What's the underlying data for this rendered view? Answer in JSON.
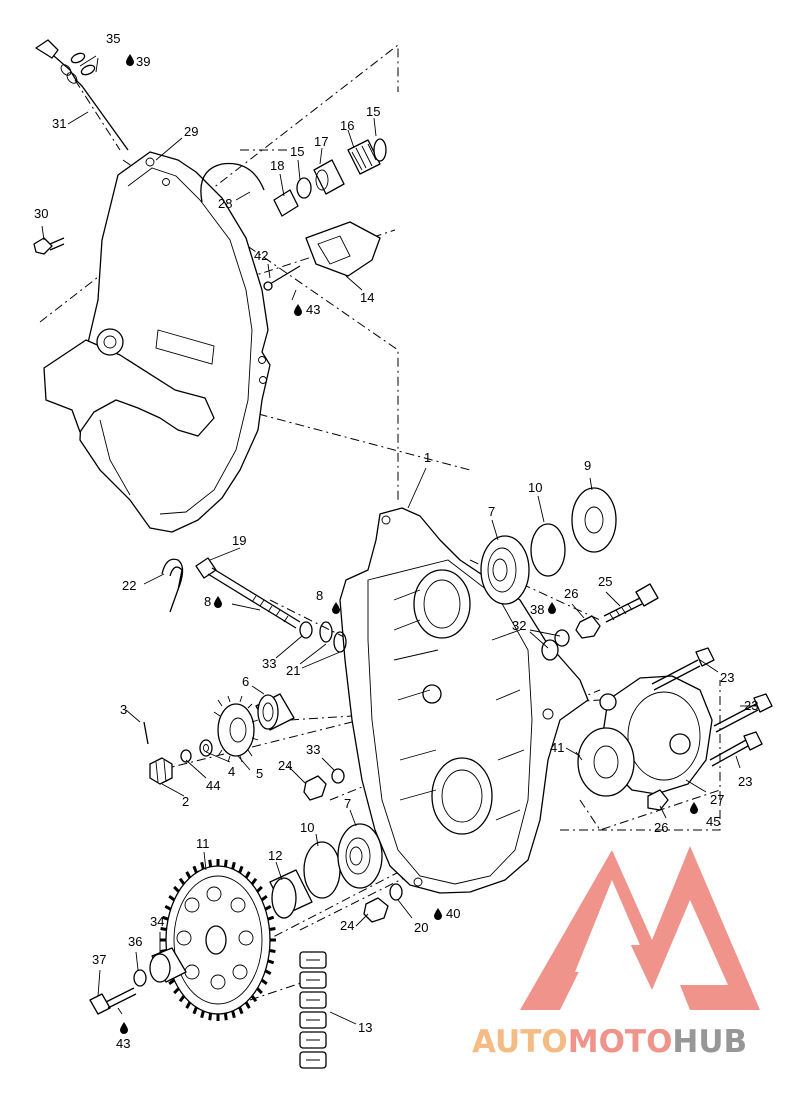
{
  "colors": {
    "line": "#000000",
    "background": "#ffffff",
    "watermark_red": "#ee8a82",
    "watermark_orange": "#f4b67a",
    "watermark_gray": "#8f8f8f"
  },
  "callouts": {
    "c1": "1",
    "c2": "2",
    "c3": "3",
    "c4": "4",
    "c5": "5",
    "c6": "6",
    "c7a": "7",
    "c7b": "7",
    "c8a": "8",
    "c8b": "8",
    "c9": "9",
    "c10a": "10",
    "c10b": "10",
    "c11": "11",
    "c12": "12",
    "c13": "13",
    "c14": "14",
    "c15a": "15",
    "c15b": "15",
    "c16": "16",
    "c17": "17",
    "c18": "18",
    "c19": "19",
    "c20": "20",
    "c21": "21",
    "c22": "22",
    "c23a": "23",
    "c23b": "23",
    "c24a": "24",
    "c24b": "24",
    "c25": "25",
    "c26a": "26",
    "c26b": "26",
    "c27": "27",
    "c28": "28",
    "c29": "29",
    "c30": "30",
    "c31": "31",
    "c32": "32",
    "c33a": "33",
    "c33b": "33",
    "c34": "34",
    "c35": "35",
    "c36": "36",
    "c37": "37",
    "c38": "38",
    "c39": "39",
    "c40": "40",
    "c41": "41",
    "c42": "42",
    "c43a": "43",
    "c43b": "43",
    "c44": "44",
    "c45": "45"
  },
  "lubricant_icon": "drop-icon",
  "watermark": {
    "part1": "AUTO",
    "part2": "MOTO",
    "part3": "HUB"
  }
}
